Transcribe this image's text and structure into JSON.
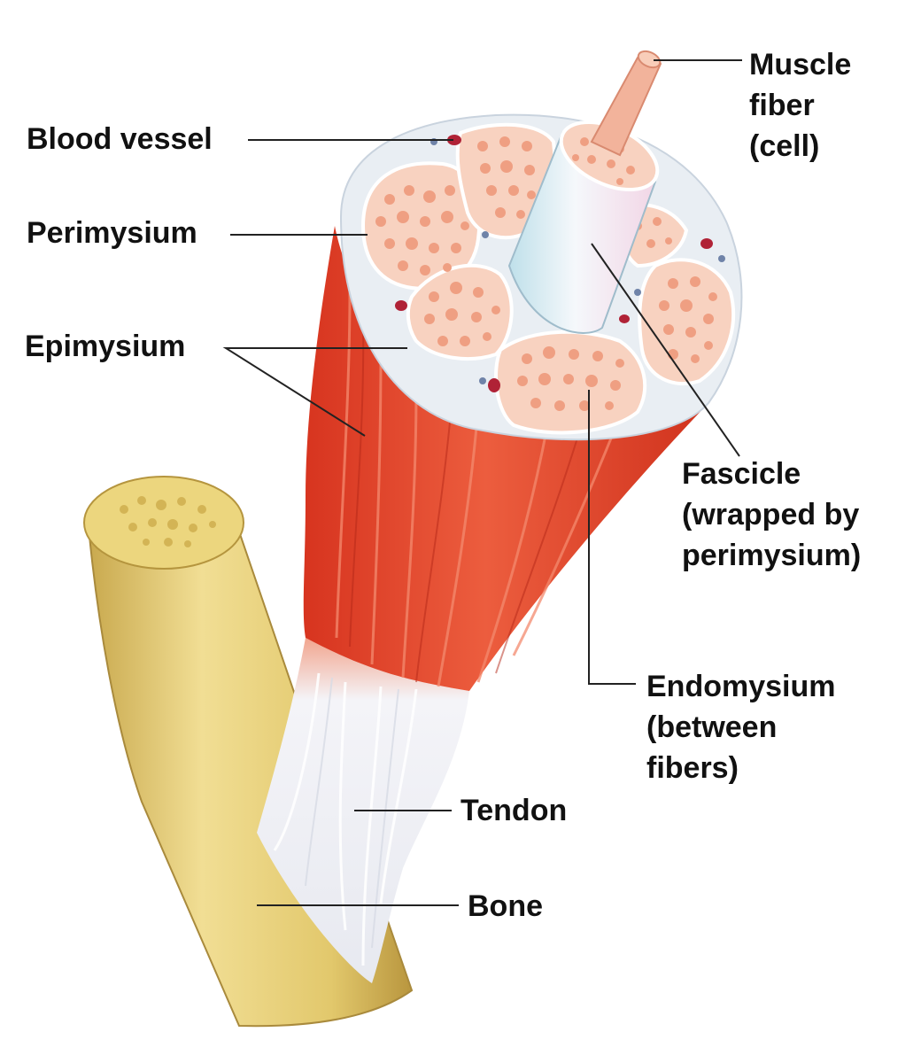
{
  "labels": {
    "muscle_fiber": [
      "Muscle",
      "fiber",
      "(cell)"
    ],
    "blood_vessel": "Blood vessel",
    "perimysium": "Perimysium",
    "epimysium": "Epimysium",
    "fascicle": [
      "Fascicle",
      "(wrapped by",
      "perimysium)"
    ],
    "endomysium": [
      "Endomysium",
      "(between",
      "fibers)"
    ],
    "tendon": "Tendon",
    "bone": "Bone"
  },
  "colors": {
    "muscle": "#e2452a",
    "muscle_dark": "#c7301e",
    "muscle_light": "#f08468",
    "fascicle_fill": "#f8d2c0",
    "fiber_dot": "#ef9f82",
    "sheath": "#e9eef3",
    "tendon": "#f3f4f8",
    "bone": "#e6cf78",
    "bone_dark": "#c9a94e",
    "vessel": "#b02236",
    "leader": "#222222"
  }
}
